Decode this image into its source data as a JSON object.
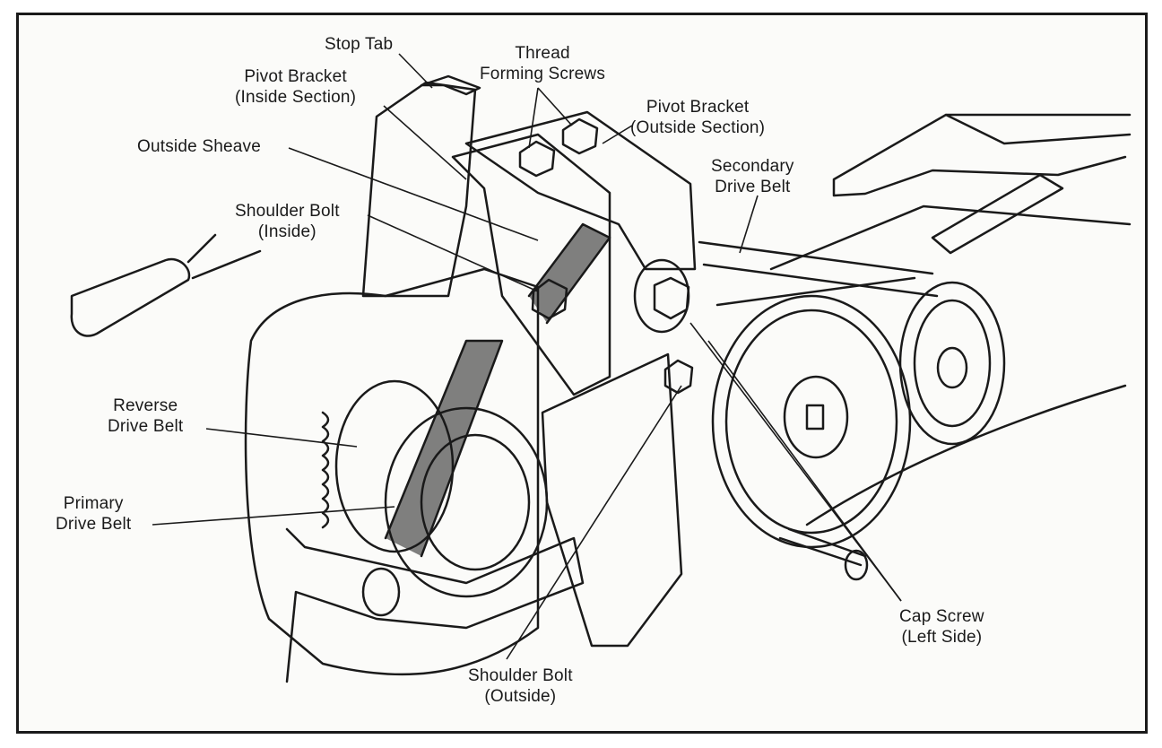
{
  "labels": {
    "stop_tab": [
      "Stop Tab"
    ],
    "thread_forming_screws": [
      "Thread",
      "Forming Screws"
    ],
    "pivot_bracket_inside": [
      "Pivot Bracket",
      "(Inside Section)"
    ],
    "pivot_bracket_outside": [
      "Pivot Bracket",
      "(Outside Section)"
    ],
    "outside_sheave": [
      "Outside Sheave"
    ],
    "secondary_drive_belt": [
      "Secondary",
      "Drive Belt"
    ],
    "shoulder_bolt_inside": [
      "Shoulder Bolt",
      "(Inside)"
    ],
    "reverse_drive_belt": [
      "Reverse",
      "Drive Belt"
    ],
    "primary_drive_belt": [
      "Primary",
      "Drive Belt"
    ],
    "cap_screw_left_side": [
      "Cap Screw",
      "(Left Side)"
    ],
    "shoulder_bolt_outside": [
      "Shoulder Bolt",
      "(Outside)"
    ]
  }
}
